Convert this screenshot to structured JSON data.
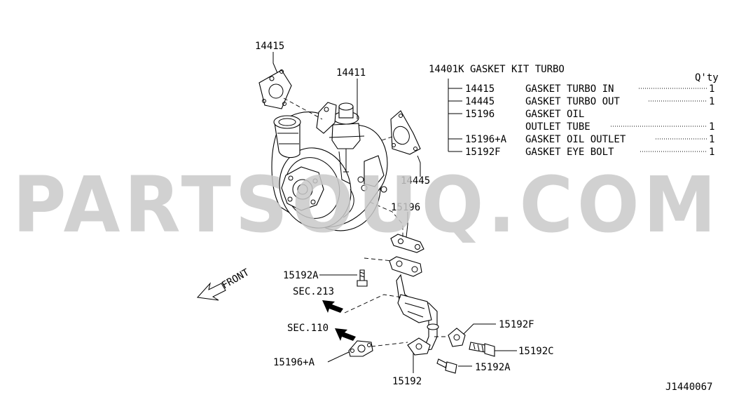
{
  "watermark": "PARTSOUQ.COM",
  "diagram_code": "J1440067",
  "kit": {
    "header": "14401K GASKET KIT TURBO",
    "qty_header": "Q'ty",
    "rows": [
      {
        "part": "14415",
        "name": "GASKET TURBO IN",
        "qty": "1"
      },
      {
        "part": "14445",
        "name": "GASKET TURBO OUT",
        "qty": "1"
      },
      {
        "part": "15196",
        "name": "GASKET OIL",
        "qty": ""
      },
      {
        "part": "",
        "name": "OUTLET TUBE",
        "qty": "1"
      },
      {
        "part": "15196+A",
        "name": "GASKET OIL OUTLET",
        "qty": "1"
      },
      {
        "part": "15192F",
        "name": "GASKET EYE BOLT",
        "qty": "1"
      }
    ]
  },
  "callouts": {
    "c14415": "14415",
    "c14411": "14411",
    "c14445": "14445",
    "c15196": "15196",
    "c15192A_top": "15192A",
    "c15192F": "15192F",
    "c15192C": "15192C",
    "c15192A_bottom": "15192A",
    "c15196A": "15196+A",
    "c15192": "15192"
  },
  "sections": {
    "sec213": "SEC.213",
    "sec110": "SEC.110"
  },
  "front_label": "FRONT",
  "colors": {
    "line": "#000000",
    "watermark": "#c9c9c9",
    "background": "#ffffff"
  }
}
